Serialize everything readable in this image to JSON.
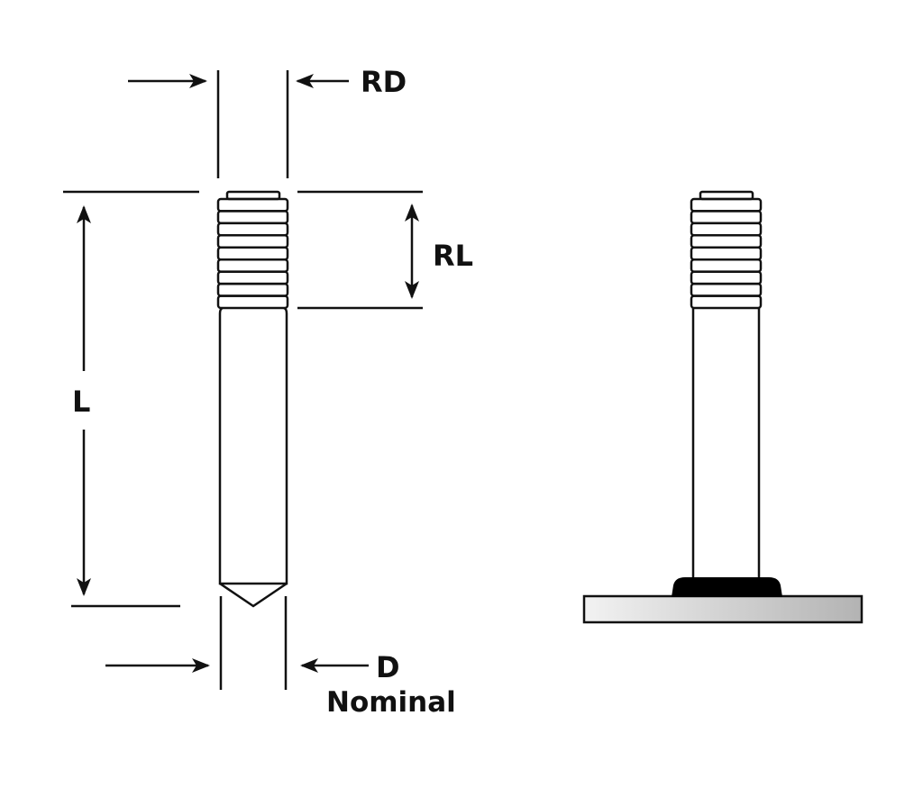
{
  "labels": {
    "rd": "RD",
    "rl": "RL",
    "l": "L",
    "d": "D",
    "nominal": "Nominal"
  },
  "diagram": {
    "thread_ribs": 9,
    "colors": {
      "stroke": "#111111",
      "weld": "#000000",
      "plate_light": "#f2f2f2",
      "plate_dark": "#b3b3b3"
    }
  }
}
